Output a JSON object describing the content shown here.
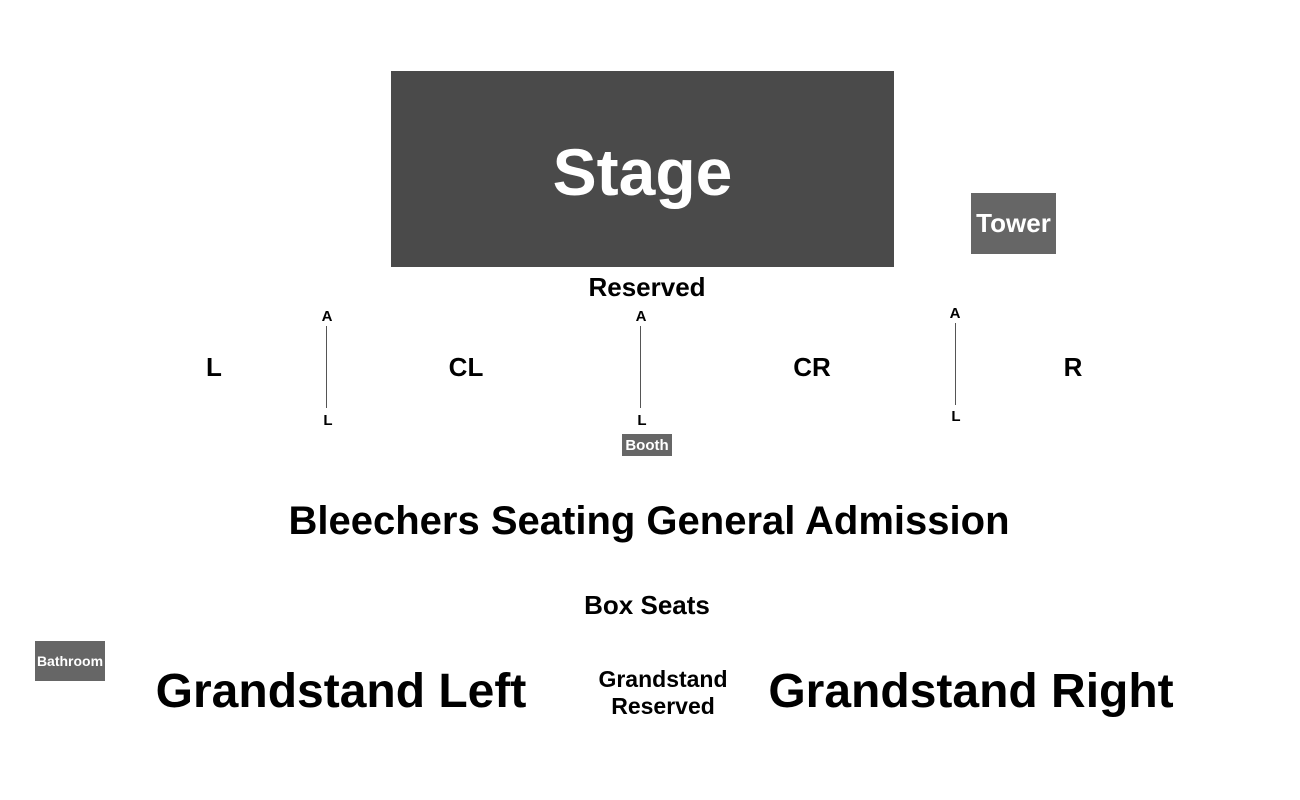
{
  "colors": {
    "stage": "#4a4a4a",
    "facility": "#666666",
    "text": "#000000",
    "background": "#ffffff"
  },
  "stage": {
    "label": "Stage"
  },
  "tower": {
    "label": "Tower"
  },
  "reserved": {
    "label": "Reserved"
  },
  "sections": {
    "left": "L",
    "center_left": "CL",
    "center_right": "CR",
    "right": "R"
  },
  "aisles": [
    {
      "top": "A",
      "bottom": "L"
    },
    {
      "top": "A",
      "bottom": "L"
    },
    {
      "top": "A",
      "bottom": "L"
    }
  ],
  "booth": {
    "label": "Booth"
  },
  "bleechers": {
    "label": "Bleechers Seating General Admission"
  },
  "box_seats": {
    "label": "Box Seats"
  },
  "bathroom": {
    "label": "Bathroom"
  },
  "grandstand": {
    "left": "Grandstand Left",
    "reserved_line1": "Grandstand",
    "reserved_line2": "Reserved",
    "right": "Grandstand Right"
  }
}
